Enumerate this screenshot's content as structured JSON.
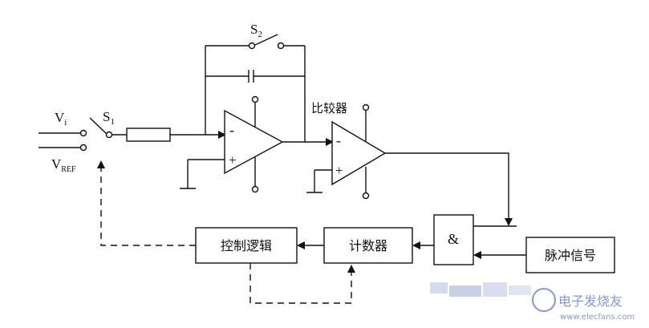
{
  "labels": {
    "vi_main": "V",
    "vi_sub": "i",
    "vref_main": "V",
    "vref_sub": "REF",
    "s1_main": "S",
    "s1_sub": "1",
    "s2_main": "S",
    "s2_sub": "2",
    "comparator": "比较器",
    "opamp_minus": "-",
    "opamp_plus": "+",
    "comp_minus": "-",
    "comp_plus": "+"
  },
  "blocks": {
    "control_logic": "控制逻辑",
    "counter": "计数器",
    "and_gate": "&",
    "pulse_signal": "脉冲信号"
  },
  "watermark": {
    "text": "电子发烧友",
    "url": "www.elecfans.com"
  },
  "colors": {
    "line": "#111111",
    "watermark": "#8a97c4"
  }
}
